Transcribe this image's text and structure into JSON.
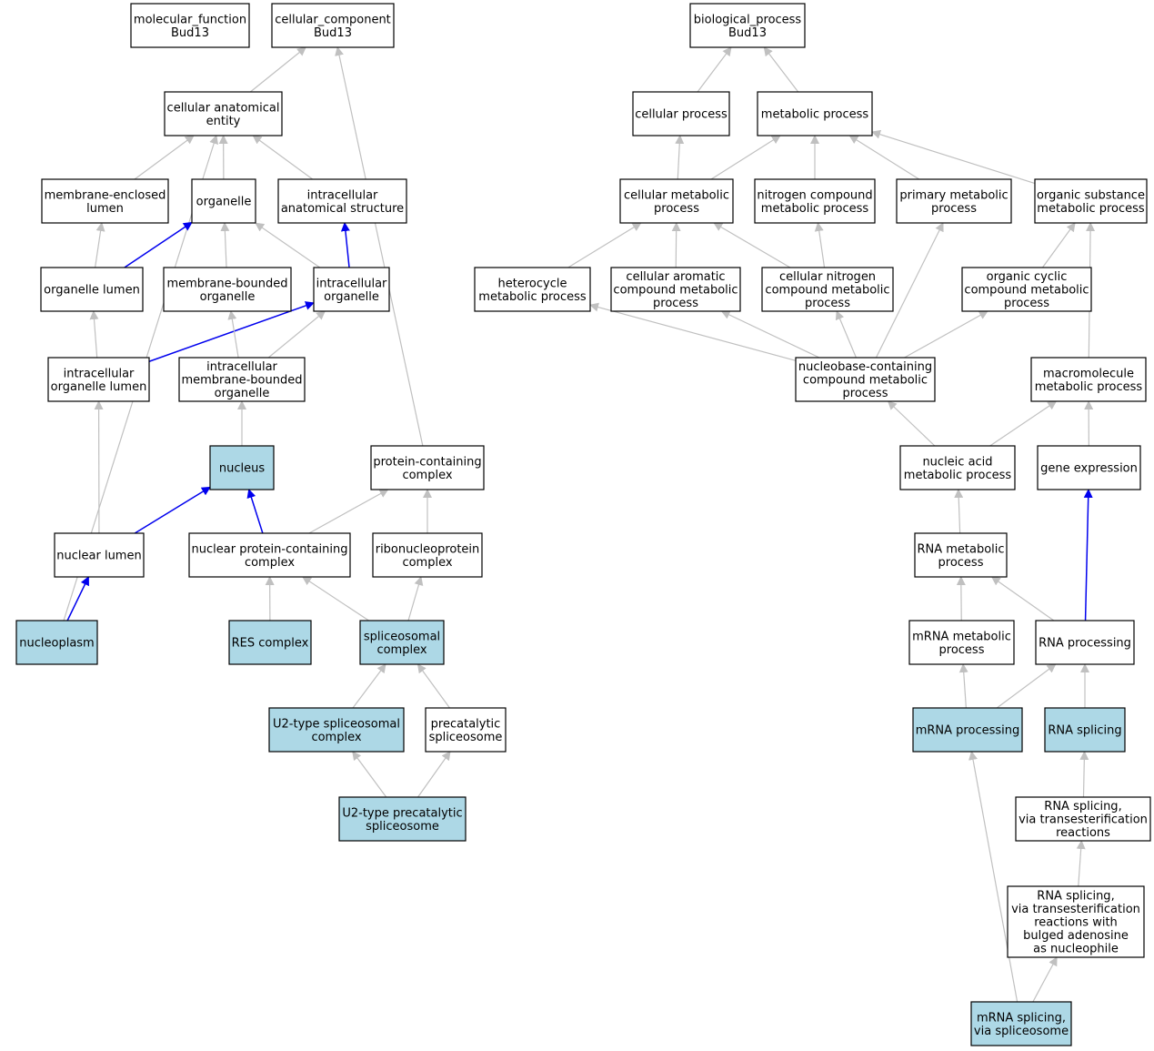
{
  "colors": {
    "highlight_fill": "#add8e6",
    "plain_fill": "#ffffff",
    "edge_grey": "#c0c0c0",
    "edge_blue": "#0000ee"
  },
  "nodes": [
    {
      "id": "mf_root",
      "lines": [
        "molecular_function",
        "Bud13"
      ],
      "highlight": false
    },
    {
      "id": "cc_root",
      "lines": [
        "cellular_component",
        "Bud13"
      ],
      "highlight": false
    },
    {
      "id": "bp_root",
      "lines": [
        "biological_process",
        "Bud13"
      ],
      "highlight": false
    },
    {
      "id": "cae",
      "lines": [
        "cellular anatomical",
        "entity"
      ],
      "highlight": false
    },
    {
      "id": "mel",
      "lines": [
        "membrane-enclosed",
        "lumen"
      ],
      "highlight": false
    },
    {
      "id": "organelle",
      "lines": [
        "organelle"
      ],
      "highlight": false
    },
    {
      "id": "ias",
      "lines": [
        "intracellular",
        "anatomical structure"
      ],
      "highlight": false
    },
    {
      "id": "olumen",
      "lines": [
        "organelle lumen"
      ],
      "highlight": false
    },
    {
      "id": "mbo",
      "lines": [
        "membrane-bounded",
        "organelle"
      ],
      "highlight": false
    },
    {
      "id": "io",
      "lines": [
        "intracellular",
        "organelle"
      ],
      "highlight": false
    },
    {
      "id": "iol",
      "lines": [
        "intracellular",
        "organelle lumen"
      ],
      "highlight": false
    },
    {
      "id": "imbo",
      "lines": [
        "intracellular",
        "membrane-bounded",
        "organelle"
      ],
      "highlight": false
    },
    {
      "id": "nucleus",
      "lines": [
        "nucleus"
      ],
      "highlight": true
    },
    {
      "id": "pcc",
      "lines": [
        "protein-containing",
        "complex"
      ],
      "highlight": false
    },
    {
      "id": "nlumen",
      "lines": [
        "nuclear lumen"
      ],
      "highlight": false
    },
    {
      "id": "npcc",
      "lines": [
        "nuclear protein-containing",
        "complex"
      ],
      "highlight": false
    },
    {
      "id": "rnpc",
      "lines": [
        "ribonucleoprotein",
        "complex"
      ],
      "highlight": false
    },
    {
      "id": "nucleoplasm",
      "lines": [
        "nucleoplasm"
      ],
      "highlight": true
    },
    {
      "id": "res",
      "lines": [
        "RES complex"
      ],
      "highlight": true
    },
    {
      "id": "spliceosomal",
      "lines": [
        "spliceosomal",
        "complex"
      ],
      "highlight": true
    },
    {
      "id": "u2",
      "lines": [
        "U2-type spliceosomal",
        "complex"
      ],
      "highlight": true
    },
    {
      "id": "precat",
      "lines": [
        "precatalytic",
        "spliceosome"
      ],
      "highlight": false
    },
    {
      "id": "u2pre",
      "lines": [
        "U2-type precatalytic",
        "spliceosome"
      ],
      "highlight": true
    },
    {
      "id": "cp",
      "lines": [
        "cellular process"
      ],
      "highlight": false
    },
    {
      "id": "mp",
      "lines": [
        "metabolic process"
      ],
      "highlight": false
    },
    {
      "id": "cmp",
      "lines": [
        "cellular metabolic",
        "process"
      ],
      "highlight": false
    },
    {
      "id": "ncmp",
      "lines": [
        "nitrogen compound",
        "metabolic process"
      ],
      "highlight": false
    },
    {
      "id": "pmp",
      "lines": [
        "primary metabolic",
        "process"
      ],
      "highlight": false
    },
    {
      "id": "osmp",
      "lines": [
        "organic substance",
        "metabolic process"
      ],
      "highlight": false
    },
    {
      "id": "hmp",
      "lines": [
        "heterocycle",
        "metabolic process"
      ],
      "highlight": false
    },
    {
      "id": "cacmp",
      "lines": [
        "cellular aromatic",
        "compound metabolic",
        "process"
      ],
      "highlight": false
    },
    {
      "id": "cncmp",
      "lines": [
        "cellular nitrogen",
        "compound metabolic",
        "process"
      ],
      "highlight": false
    },
    {
      "id": "occmp",
      "lines": [
        "organic cyclic",
        "compound metabolic",
        "process"
      ],
      "highlight": false
    },
    {
      "id": "nbccmp",
      "lines": [
        "nucleobase-containing",
        "compound metabolic",
        "process"
      ],
      "highlight": false
    },
    {
      "id": "mmp",
      "lines": [
        "macromolecule",
        "metabolic process"
      ],
      "highlight": false
    },
    {
      "id": "namp",
      "lines": [
        "nucleic acid",
        "metabolic process"
      ],
      "highlight": false
    },
    {
      "id": "ge",
      "lines": [
        "gene expression"
      ],
      "highlight": false
    },
    {
      "id": "rnamp",
      "lines": [
        "RNA metabolic",
        "process"
      ],
      "highlight": false
    },
    {
      "id": "mrnamp",
      "lines": [
        "mRNA metabolic",
        "process"
      ],
      "highlight": false
    },
    {
      "id": "rnap",
      "lines": [
        "RNA processing"
      ],
      "highlight": false
    },
    {
      "id": "mrnap",
      "lines": [
        "mRNA processing"
      ],
      "highlight": true
    },
    {
      "id": "rnas",
      "lines": [
        "RNA splicing"
      ],
      "highlight": true
    },
    {
      "id": "rnast",
      "lines": [
        "RNA splicing,",
        "via transesterification",
        "reactions"
      ],
      "highlight": false
    },
    {
      "id": "rnastb",
      "lines": [
        "RNA splicing,",
        "via transesterification",
        "reactions with",
        "bulged adenosine",
        "as nucleophile"
      ],
      "highlight": false
    },
    {
      "id": "mrnas",
      "lines": [
        "mRNA splicing,",
        "via spliceosome"
      ],
      "highlight": true
    }
  ],
  "edges": [
    {
      "from": "cae",
      "to": "cc_root",
      "type": "grey"
    },
    {
      "from": "pcc",
      "to": "cc_root",
      "type": "grey"
    },
    {
      "from": "mel",
      "to": "cae",
      "type": "grey"
    },
    {
      "from": "organelle",
      "to": "cae",
      "type": "grey"
    },
    {
      "from": "ias",
      "to": "cae",
      "type": "grey"
    },
    {
      "from": "nucleoplasm",
      "to": "cae",
      "type": "grey"
    },
    {
      "from": "olumen",
      "to": "mel",
      "type": "grey"
    },
    {
      "from": "olumen",
      "to": "organelle",
      "type": "blue"
    },
    {
      "from": "mbo",
      "to": "organelle",
      "type": "grey"
    },
    {
      "from": "io",
      "to": "organelle",
      "type": "grey"
    },
    {
      "from": "io",
      "to": "ias",
      "type": "blue"
    },
    {
      "from": "iol",
      "to": "olumen",
      "type": "grey"
    },
    {
      "from": "iol",
      "to": "io",
      "type": "blue"
    },
    {
      "from": "imbo",
      "to": "mbo",
      "type": "grey"
    },
    {
      "from": "imbo",
      "to": "io",
      "type": "grey"
    },
    {
      "from": "nucleus",
      "to": "imbo",
      "type": "grey"
    },
    {
      "from": "nlumen",
      "to": "iol",
      "type": "grey"
    },
    {
      "from": "nlumen",
      "to": "nucleus",
      "type": "blue"
    },
    {
      "from": "npcc",
      "to": "nucleus",
      "type": "blue"
    },
    {
      "from": "npcc",
      "to": "pcc",
      "type": "grey"
    },
    {
      "from": "rnpc",
      "to": "pcc",
      "type": "grey"
    },
    {
      "from": "nucleoplasm",
      "to": "nlumen",
      "type": "blue"
    },
    {
      "from": "res",
      "to": "npcc",
      "type": "grey"
    },
    {
      "from": "spliceosomal",
      "to": "npcc",
      "type": "grey"
    },
    {
      "from": "spliceosomal",
      "to": "rnpc",
      "type": "grey"
    },
    {
      "from": "u2",
      "to": "spliceosomal",
      "type": "grey"
    },
    {
      "from": "precat",
      "to": "spliceosomal",
      "type": "grey"
    },
    {
      "from": "u2pre",
      "to": "u2",
      "type": "grey"
    },
    {
      "from": "u2pre",
      "to": "precat",
      "type": "grey"
    },
    {
      "from": "cp",
      "to": "bp_root",
      "type": "grey"
    },
    {
      "from": "mp",
      "to": "bp_root",
      "type": "grey"
    },
    {
      "from": "cmp",
      "to": "cp",
      "type": "grey"
    },
    {
      "from": "cmp",
      "to": "mp",
      "type": "grey"
    },
    {
      "from": "ncmp",
      "to": "mp",
      "type": "grey"
    },
    {
      "from": "pmp",
      "to": "mp",
      "type": "grey"
    },
    {
      "from": "osmp",
      "to": "mp",
      "type": "grey"
    },
    {
      "from": "hmp",
      "to": "cmp",
      "type": "grey"
    },
    {
      "from": "cacmp",
      "to": "cmp",
      "type": "grey"
    },
    {
      "from": "cncmp",
      "to": "cmp",
      "type": "grey"
    },
    {
      "from": "cncmp",
      "to": "ncmp",
      "type": "grey"
    },
    {
      "from": "occmp",
      "to": "osmp",
      "type": "grey"
    },
    {
      "from": "nbccmp",
      "to": "hmp",
      "type": "grey"
    },
    {
      "from": "nbccmp",
      "to": "cacmp",
      "type": "grey"
    },
    {
      "from": "nbccmp",
      "to": "cncmp",
      "type": "grey"
    },
    {
      "from": "nbccmp",
      "to": "pmp",
      "type": "grey"
    },
    {
      "from": "nbccmp",
      "to": "occmp",
      "type": "grey"
    },
    {
      "from": "mmp",
      "to": "osmp",
      "type": "grey"
    },
    {
      "from": "namp",
      "to": "nbccmp",
      "type": "grey"
    },
    {
      "from": "namp",
      "to": "mmp",
      "type": "grey"
    },
    {
      "from": "ge",
      "to": "mmp",
      "type": "grey"
    },
    {
      "from": "rnamp",
      "to": "namp",
      "type": "grey"
    },
    {
      "from": "mrnamp",
      "to": "rnamp",
      "type": "grey"
    },
    {
      "from": "rnap",
      "to": "rnamp",
      "type": "grey"
    },
    {
      "from": "rnap",
      "to": "ge",
      "type": "blue"
    },
    {
      "from": "mrnap",
      "to": "mrnamp",
      "type": "grey"
    },
    {
      "from": "mrnap",
      "to": "rnap",
      "type": "grey"
    },
    {
      "from": "rnas",
      "to": "rnap",
      "type": "grey"
    },
    {
      "from": "rnast",
      "to": "rnas",
      "type": "grey"
    },
    {
      "from": "rnastb",
      "to": "rnast",
      "type": "grey"
    },
    {
      "from": "mrnas",
      "to": "rnastb",
      "type": "grey"
    },
    {
      "from": "mrnas",
      "to": "mrnap",
      "type": "grey"
    }
  ]
}
